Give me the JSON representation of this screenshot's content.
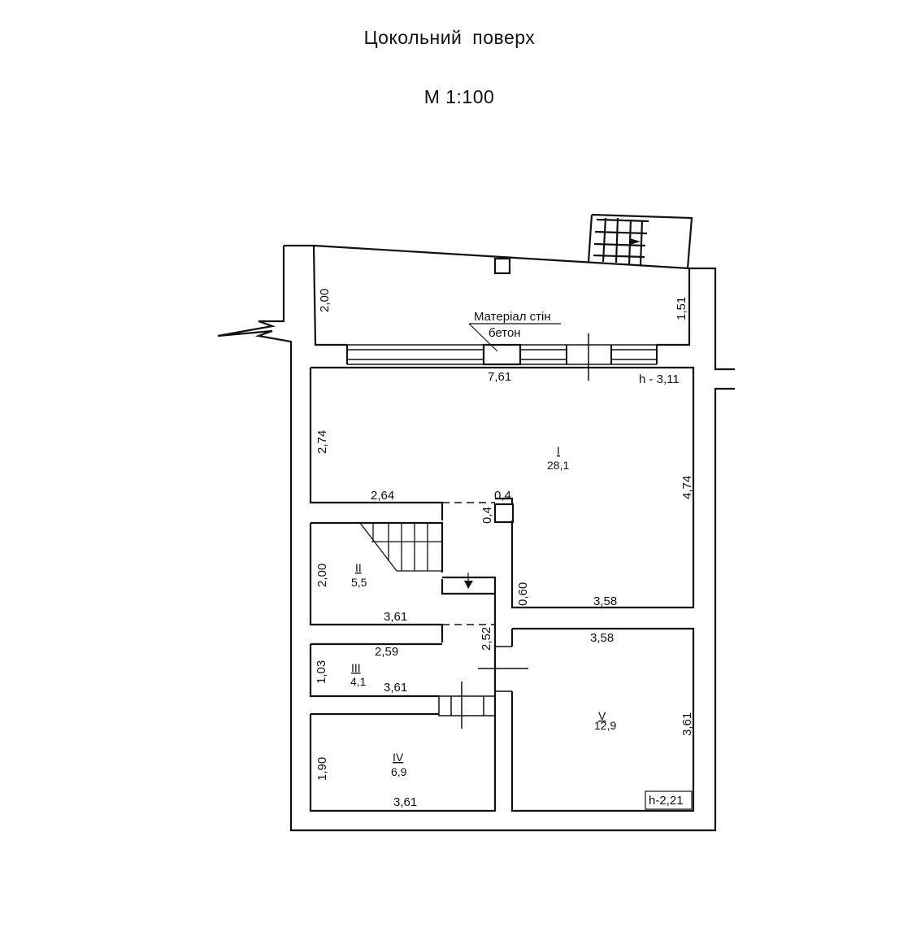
{
  "header": {
    "title": "Цокольний  поверх",
    "scale": "М 1:100"
  },
  "notes": {
    "material_line1": "Матеріал стін",
    "material_line2": "бетон"
  },
  "heights": {
    "main": "h - 3,11",
    "room5": "h-2,21"
  },
  "rooms": [
    {
      "id": "I",
      "area": "28,1"
    },
    {
      "id": "II",
      "area": "5,5"
    },
    {
      "id": "III",
      "area": "4,1"
    },
    {
      "id": "IV",
      "area": "6,9"
    },
    {
      "id": "V",
      "area": "12,9"
    }
  ],
  "dimensions": {
    "porch_left": "2,00",
    "porch_right": "1,51",
    "room1_top": "7,61",
    "room1_left": "2,74",
    "room1_right": "4,74",
    "room1_bottom_left": "2,64",
    "column_w": "0,4",
    "column_h": "0,4",
    "stair_h": "0,60",
    "room1_bottom_right": "3,58",
    "room2_left": "2,00",
    "room2_bottom": "3,61",
    "corridor_h": "2,52",
    "room3_top": "2,59",
    "room3_left": "1,03",
    "room3_bottom": "3,61",
    "room4_left": "1,90",
    "room4_bottom": "3,61",
    "room5_top": "3,58",
    "room5_right": "3,61"
  }
}
